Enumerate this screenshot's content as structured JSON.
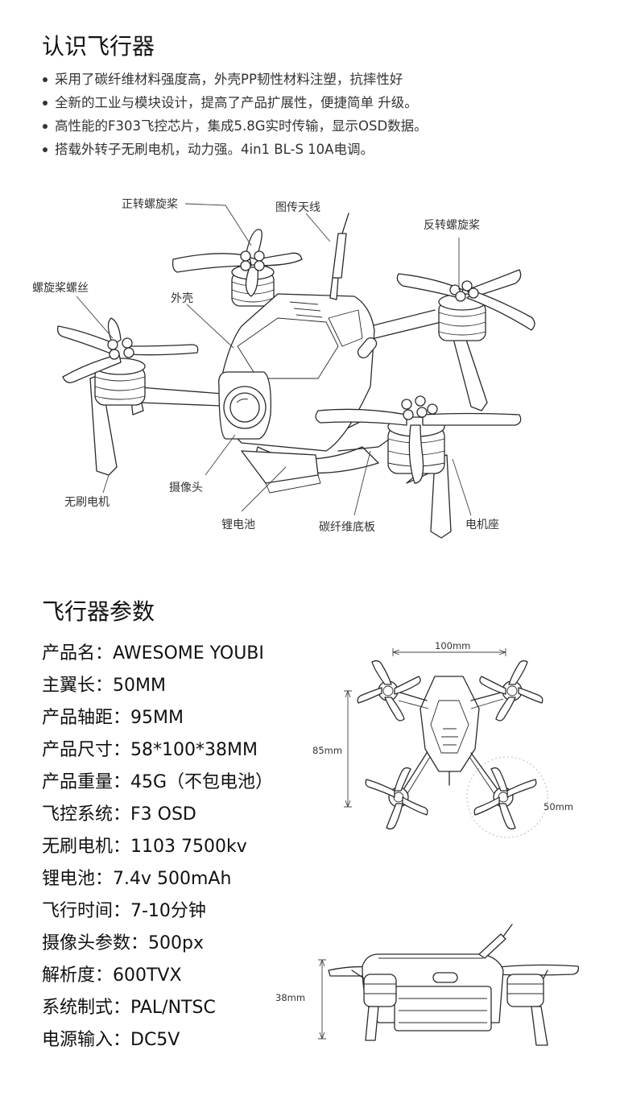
{
  "section1": {
    "title": "认识飞行器",
    "features": [
      "采用了碳纤维材料强度高，外壳PP韧性材料注塑，抗摔性好",
      "全新的工业与模块设计，提高了产品扩展性，便捷简单 升级。",
      "高性能的F303飞控芯片，集成5.8G实时传输，显示OSD数据。",
      "搭载外转子无刷电机，动力强。4in1 BL-S 10A电调。"
    ]
  },
  "diagram": {
    "labels": {
      "cw_propeller": "正转螺旋桨",
      "antenna": "图传天线",
      "ccw_propeller": "反转螺旋桨",
      "propeller_screw": "螺旋桨螺丝",
      "shell": "外壳",
      "camera": "摄像头",
      "brushless_motor": "无刷电机",
      "battery": "锂电池",
      "carbon_plate": "碳纤维底板",
      "motor_mount": "电机座"
    }
  },
  "section2": {
    "title": "飞行器参数",
    "specs": [
      "产品名：AWESOME  YOUBI",
      "主翼长：50MM",
      "产品轴距：95MM",
      "产品尺寸：58*100*38MM",
      "产品重量：45G（不包电池）",
      "飞控系统：F3 OSD",
      "无刷电机：1103 7500kv",
      "锂电池：7.4v 500mAh",
      "飞行时间：7-10分钟",
      "摄像头参数：500px",
      "解析度：600TVX",
      "系统制式：PAL/NTSC",
      "电源输入：DC5V"
    ]
  },
  "dimensions": {
    "width": "100mm",
    "length": "85mm",
    "prop": "50mm",
    "height": "38mm"
  }
}
